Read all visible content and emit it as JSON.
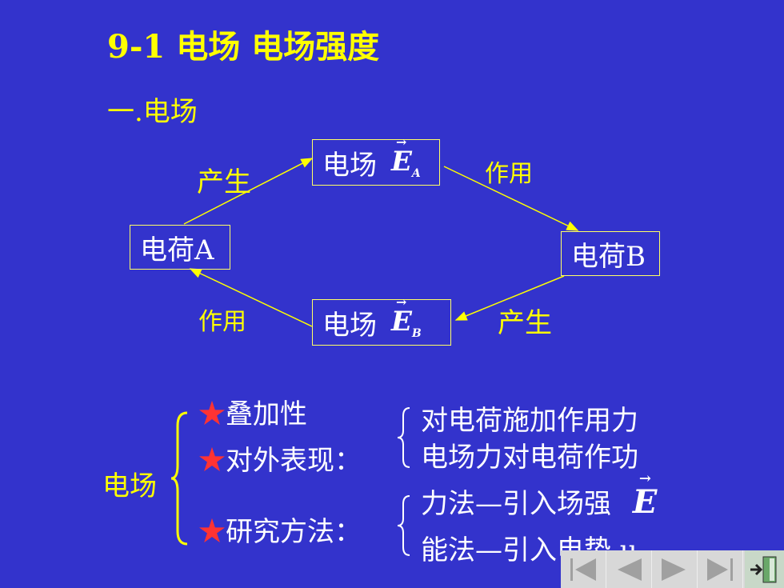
{
  "title": "9-1 电场  电场强度",
  "section": "一.电场",
  "diagram": {
    "box_top": {
      "text": "电场",
      "vec": "E",
      "sub": "A"
    },
    "box_bottom": {
      "text": "电场",
      "vec": "E",
      "sub": "B"
    },
    "box_left": "电荷A",
    "box_right": "电荷B",
    "label_produce_top": "产生",
    "label_act_top": "作用",
    "label_act_bottom": "作用",
    "label_produce_bottom": "产生"
  },
  "summary": {
    "field_label": "电场",
    "item1": "叠加性",
    "item2": "对外表现：",
    "item3": "研究方法：",
    "item2_sub1": "对电荷施加作用力",
    "item2_sub2": "电场力对电荷作功",
    "item3_sub1": "力法—引入场强",
    "item3_sub1_vec": "E",
    "item3_sub2": "能法—引入电势 u",
    "star": "★"
  },
  "colors": {
    "background": "#3333cc",
    "accent": "#ffff00",
    "text": "#ffffff",
    "star": "#ff3333"
  }
}
